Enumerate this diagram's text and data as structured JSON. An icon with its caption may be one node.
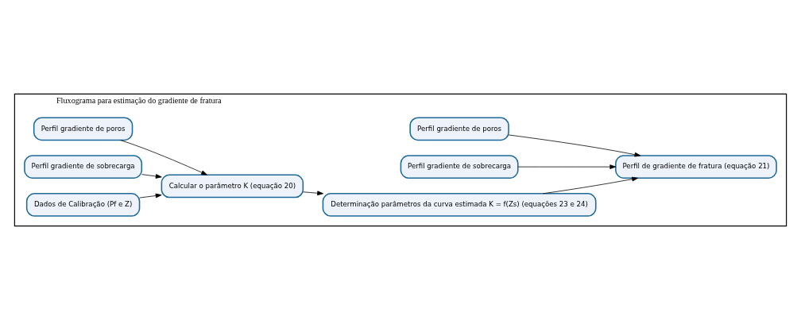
{
  "diagram": {
    "nodes": [
      {
        "text": [
          "Fluxograma para estimação do gradiente de fratura"
        ]
      },
      {
        "text": [
          "Perfil gradiente de poros"
        ],
        "in": 0
      },
      {
        "text": [
          "Perfil gradiente de sobrecarga"
        ],
        "in": 0
      },
      {
        "text": [
          "Perfil gradiente de poros"
        ],
        "in": 0
      },
      {
        "text": [
          "Perfil gradiente de sobrecarga"
        ],
        "in": 0
      },
      {
        "text": [
          "Dados de Calibração (Pf e Z)"
        ],
        "in": 0
      },
      {
        "text": [
          "Calcular o parâmetro K (equação 20)"
        ],
        "in": 0
      },
      {
        "text": [
          "Determinação parâmetros da curva estimada K = f(Zs) (equações 23 e 24)"
        ],
        "in": 0
      },
      {
        "text": [
          "Perfil de gradiente de fratura (equação 21)"
        ],
        "in": 0
      }
    ],
    "edges": [
      {
        "from": 1,
        "to": 6,
        "arrow": "to"
      },
      {
        "from": 2,
        "to": 6,
        "arrow": "to"
      },
      {
        "from": 5,
        "to": 6,
        "arrow": "to"
      },
      {
        "from": 6,
        "to": 7,
        "arrow": "to"
      },
      {
        "from": 3,
        "to": 8,
        "arrow": "to"
      },
      {
        "from": 4,
        "to": 8,
        "arrow": "to"
      },
      {
        "from": 7,
        "to": 8,
        "arrow": "to"
      }
    ]
  }
}
